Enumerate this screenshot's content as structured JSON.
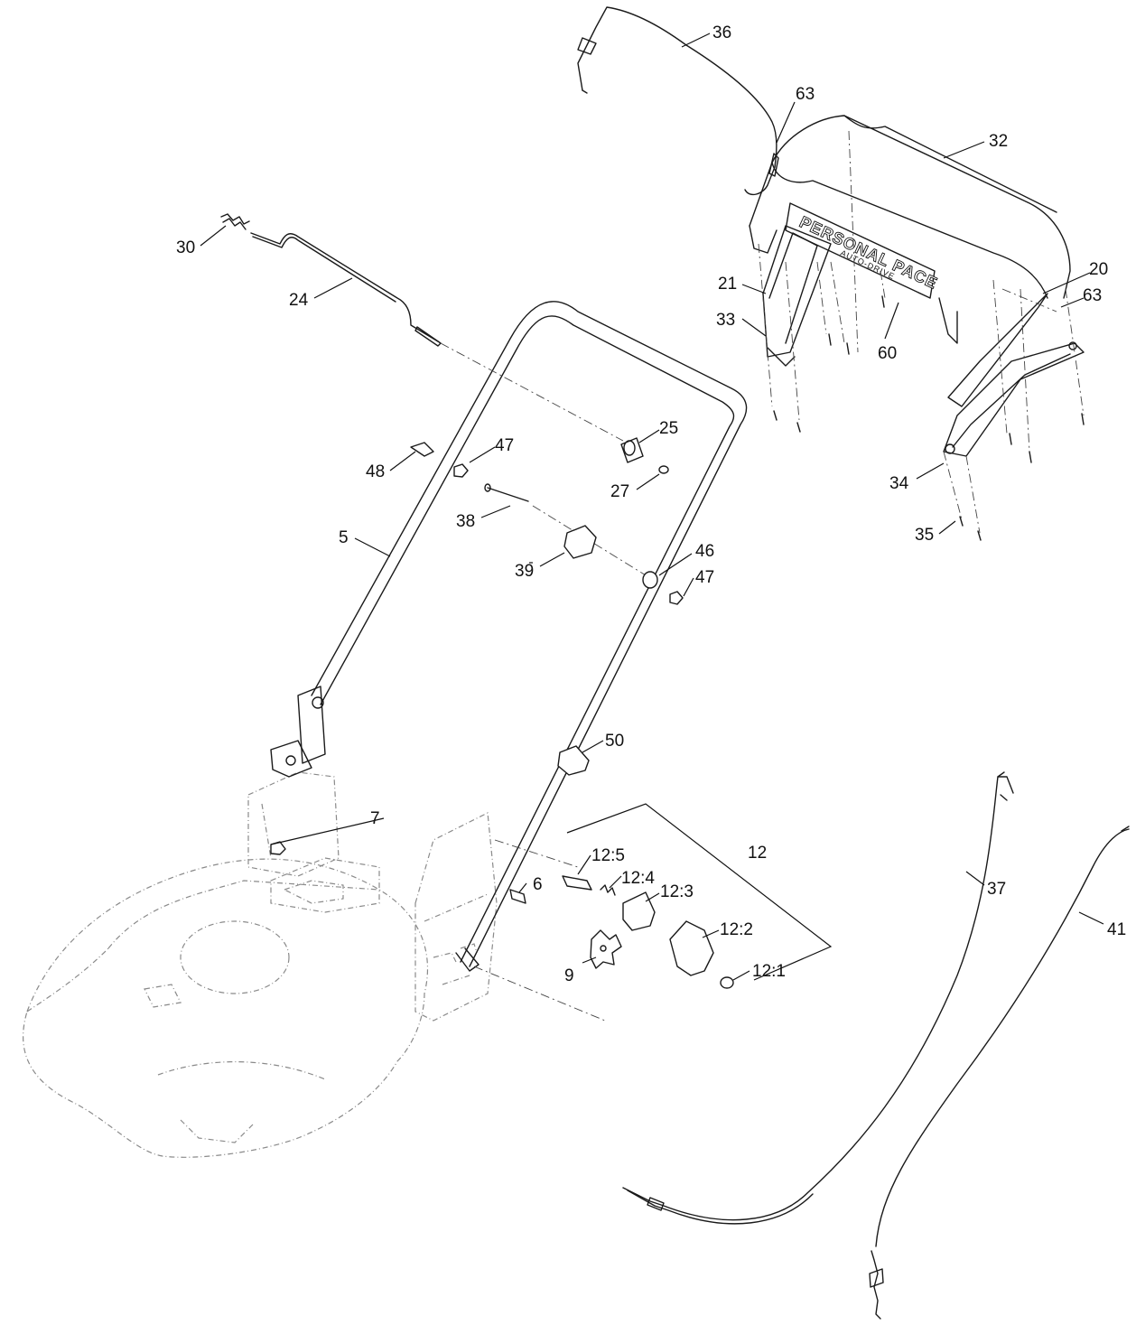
{
  "decal": {
    "brand": "PERSONAL PACE",
    "subtitle": "AUTO-DRIVE"
  },
  "callouts": [
    {
      "id": "36",
      "label": "36"
    },
    {
      "id": "63a",
      "label": "63"
    },
    {
      "id": "32",
      "label": "32"
    },
    {
      "id": "30",
      "label": "30"
    },
    {
      "id": "24",
      "label": "24"
    },
    {
      "id": "21",
      "label": "21"
    },
    {
      "id": "33",
      "label": "33"
    },
    {
      "id": "60",
      "label": "60"
    },
    {
      "id": "20",
      "label": "20"
    },
    {
      "id": "63b",
      "label": "63"
    },
    {
      "id": "25",
      "label": "25"
    },
    {
      "id": "47a",
      "label": "47"
    },
    {
      "id": "48",
      "label": "48"
    },
    {
      "id": "27",
      "label": "27"
    },
    {
      "id": "38",
      "label": "38"
    },
    {
      "id": "34",
      "label": "34"
    },
    {
      "id": "35",
      "label": "35"
    },
    {
      "id": "5",
      "label": "5"
    },
    {
      "id": "39",
      "label": "39"
    },
    {
      "id": "46",
      "label": "46"
    },
    {
      "id": "47b",
      "label": "47"
    },
    {
      "id": "50",
      "label": "50"
    },
    {
      "id": "7",
      "label": "7"
    },
    {
      "id": "12",
      "label": "12"
    },
    {
      "id": "12_5",
      "label": "12:5"
    },
    {
      "id": "12_4",
      "label": "12:4"
    },
    {
      "id": "12_3",
      "label": "12:3"
    },
    {
      "id": "6",
      "label": "6"
    },
    {
      "id": "12_2",
      "label": "12:2"
    },
    {
      "id": "37",
      "label": "37"
    },
    {
      "id": "41",
      "label": "41"
    },
    {
      "id": "9",
      "label": "9"
    },
    {
      "id": "12_1",
      "label": "12:1"
    }
  ]
}
